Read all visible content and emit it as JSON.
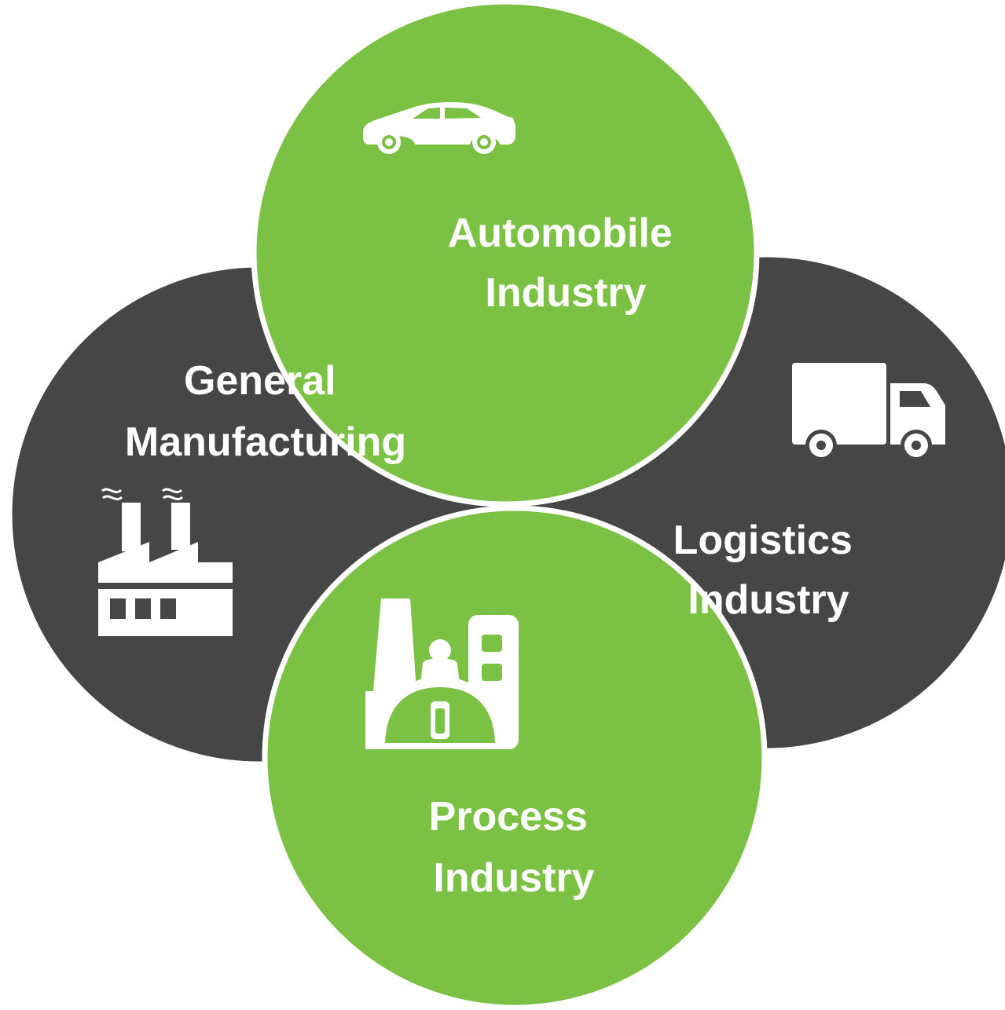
{
  "colors": {
    "green": "#7bc143",
    "dark": "#464646",
    "separator": "#ffffff",
    "icon": "#ffffff"
  },
  "segments": [
    {
      "id": "automobile",
      "icon": "car-icon",
      "color": "green",
      "line1": "Automobile",
      "line2": "Industry"
    },
    {
      "id": "logistics",
      "icon": "truck-icon",
      "color": "dark",
      "line1": "Logistics",
      "line2": "Industry"
    },
    {
      "id": "process",
      "icon": "refinery-icon",
      "color": "green",
      "line1": "Process",
      "line2": "Industry"
    },
    {
      "id": "general-manufacturing",
      "icon": "factory-icon",
      "color": "dark",
      "line1": "General",
      "line2": "Manufacturing"
    }
  ]
}
